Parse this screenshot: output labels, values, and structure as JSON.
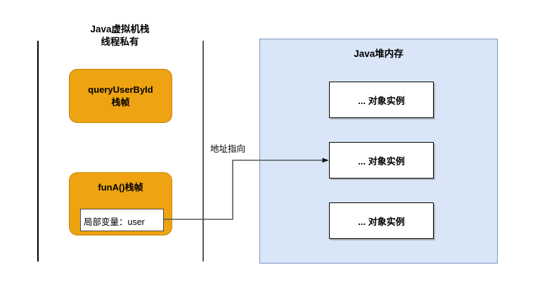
{
  "diagram": {
    "stack_region": {
      "title": "Java虚拟机栈\n线程私有",
      "frames": [
        {
          "id": "queryUserById",
          "label": "queryUserById\n栈帧"
        },
        {
          "id": "funA",
          "label": "funA()栈帧",
          "local_variable_box": {
            "text": "局部变量：user"
          }
        }
      ]
    },
    "heap_region": {
      "title": "Java堆内存",
      "objects": [
        {
          "label": "... 对象实例"
        },
        {
          "label": "... 对象实例"
        },
        {
          "label": "... 对象实例"
        }
      ]
    },
    "connector": {
      "label": "地址指向",
      "from": "funA local variable user",
      "to": "second object instance"
    },
    "colors": {
      "frame_fill": "#eda312",
      "frame_border": "#c8860a",
      "heap_fill": "#d9e6f7",
      "heap_border": "#7a95c9",
      "object_border": "#000000",
      "line": "#595959",
      "text": "#000000"
    }
  }
}
